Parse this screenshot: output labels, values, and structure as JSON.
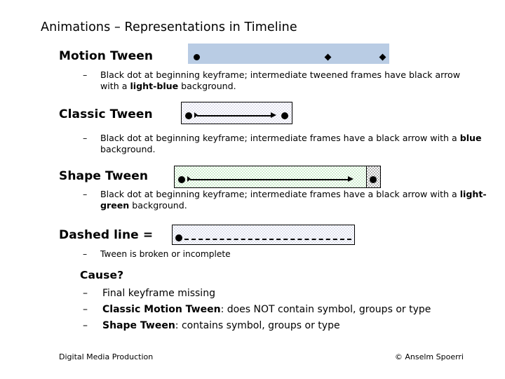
{
  "slide": {
    "title": "Animations – Representations in Timeline"
  },
  "sections": {
    "motion": {
      "heading": "Motion Tween",
      "bullet_dash": "–",
      "bullet_html": "Black dot at beginning keyframe; intermediate tweened frames have black arrow with a <b>light-blue</b> background.",
      "bullet_plain": "Black dot at beginning keyframe; intermediate tweened frames have black arrow with a light-blue background.",
      "graphic": {
        "name": "motion-tween-timeline",
        "fill_color": "#b9cce4",
        "has_border": false,
        "keyframes": [
          "round-dot",
          "diamond",
          "diamond"
        ]
      }
    },
    "classic": {
      "heading": "Classic Tween",
      "bullet_dash": "–",
      "bullet_html": "Black dot at beginning keyframe; intermediate frames have a black arrow with a <b>blue</b> background.",
      "bullet_plain": "Black dot at beginning keyframe; intermediate frames have a black arrow with a blue background.",
      "graphic": {
        "name": "classic-tween-timeline",
        "fill_color": "#e2e2ef",
        "border_color": "#000000",
        "has_border": true,
        "keyframes": [
          "round-dot",
          "round-dot"
        ],
        "arrow": true
      }
    },
    "shape": {
      "heading": "Shape Tween",
      "bullet_dash": "–",
      "bullet_html": "Black dot at beginning keyframe; intermediate frames have a black arrow with a <b>light-green</b> background.",
      "bullet_plain": "Black dot at beginning keyframe; intermediate frames have a black arrow with a light-green background.",
      "graphic": {
        "name": "shape-tween-timeline",
        "fill_color": "#cfedcf",
        "border_color": "#000000",
        "end_cell_color": "#b0b0b0",
        "has_border": true,
        "keyframes": [
          "round-dot",
          "round-dot"
        ],
        "arrow": true
      }
    },
    "dashed": {
      "heading": "Dashed line =",
      "bullet_dash": "–",
      "bullet_html": "Tween is broken or incomplete",
      "bullet_plain": "Tween is broken or incomplete",
      "graphic": {
        "name": "dashed-line-timeline",
        "fill_color": "#dfe2ef",
        "border_color": "#000000",
        "has_border": true,
        "keyframes": [
          "round-dot"
        ],
        "line_style": "dashed"
      }
    },
    "cause": {
      "heading": "Cause?",
      "bullets": [
        {
          "dash": "–",
          "html": "Final keyframe missing",
          "plain": "Final keyframe missing"
        },
        {
          "dash": "–",
          "html": "<b>Classic Motion Tween</b>: does NOT contain symbol, groups or type",
          "plain": "Classic Motion Tween: does NOT contain symbol, groups or type"
        },
        {
          "dash": "–",
          "html": "<b>Shape Tween</b>: contains symbol, groups or type",
          "plain": "Shape Tween: contains symbol, groups or type"
        }
      ]
    }
  },
  "footer": {
    "left": "Digital Media Production",
    "right": "© Anselm Spoerri"
  }
}
